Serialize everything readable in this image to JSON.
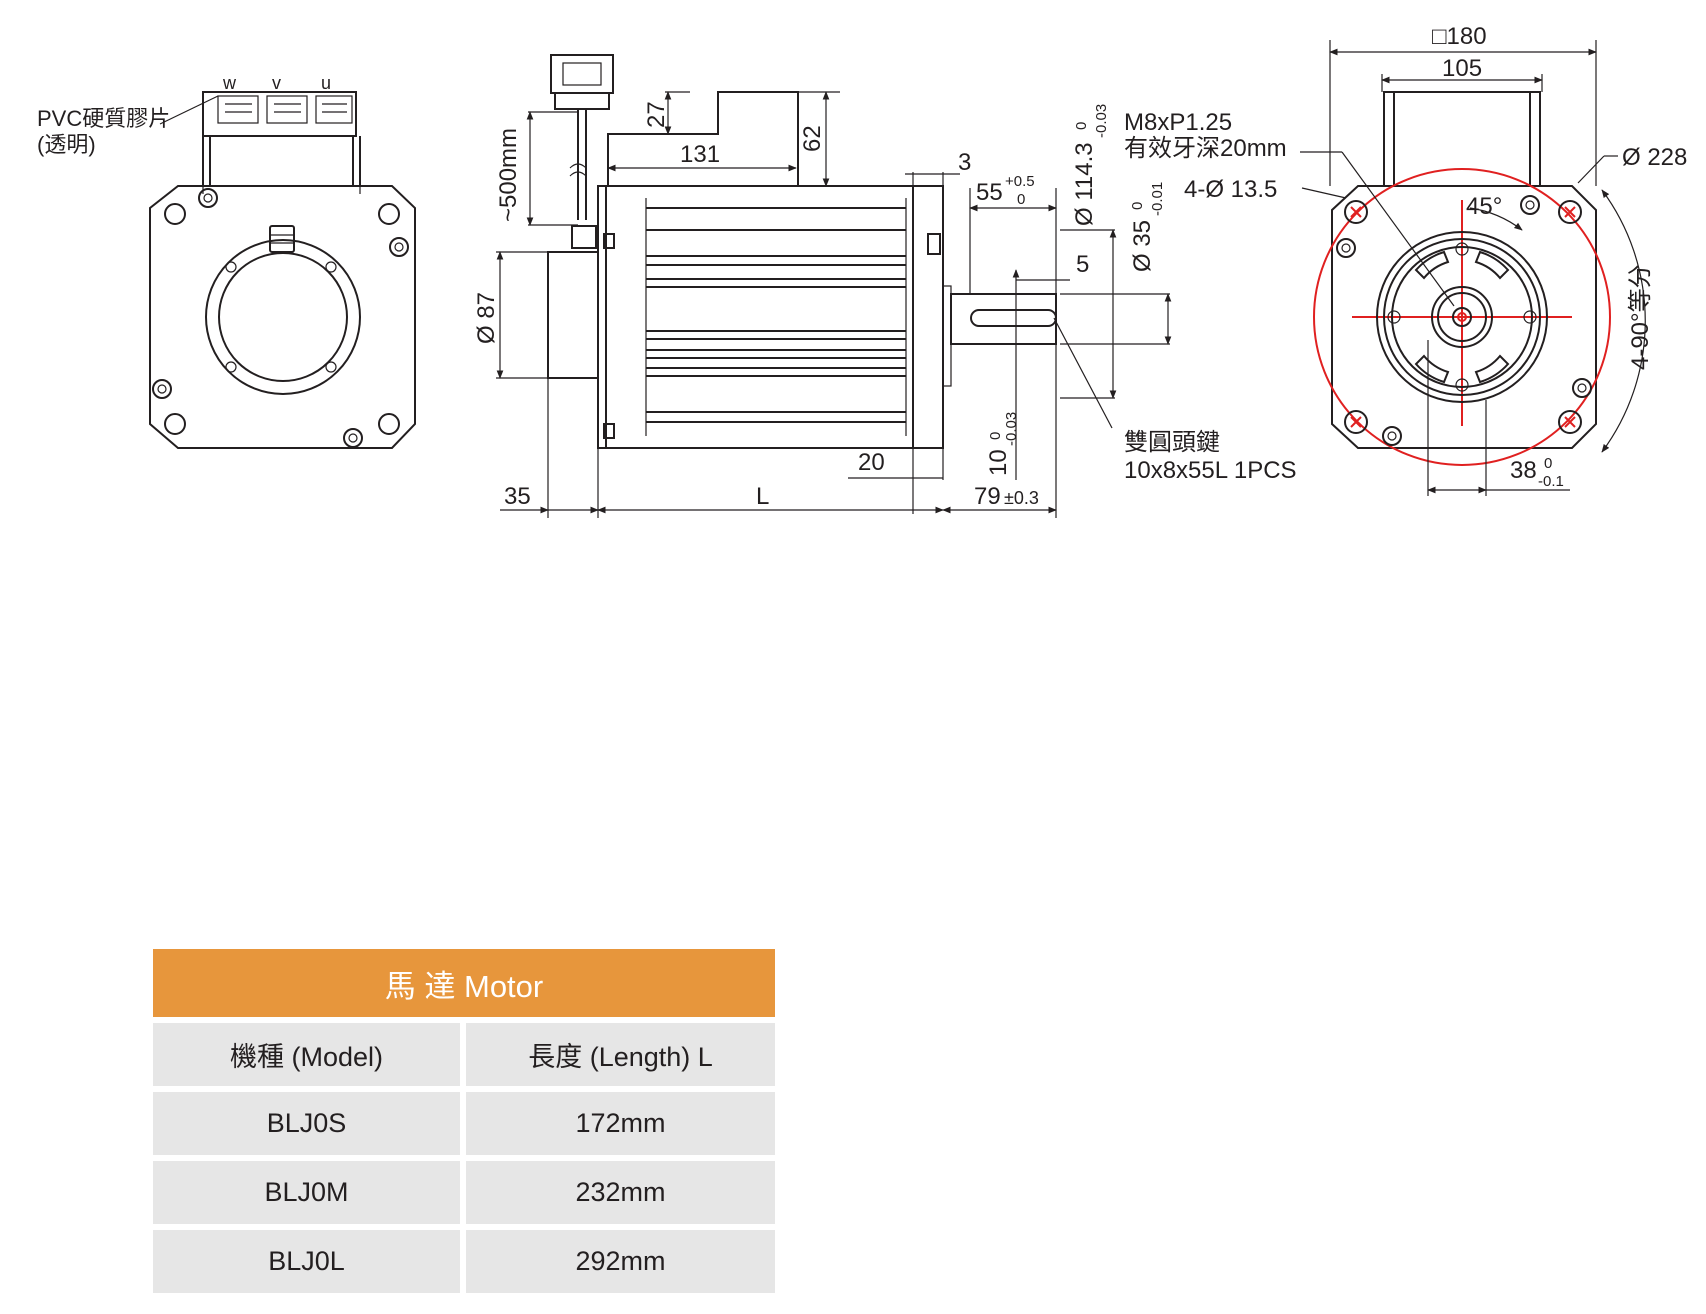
{
  "drawing": {
    "front_view": {
      "phase_labels": [
        "w",
        "v",
        "u"
      ],
      "pvc_label_line1": "PVC硬質膠片",
      "pvc_label_line2": "(透明)"
    },
    "side_view": {
      "dim_27": "27",
      "dim_131": "131",
      "dim_62": "62",
      "dim_cable": "~500mm",
      "dim_3": "3",
      "dim_55": "55",
      "dim_55_tol_upper": "+0.5",
      "dim_55_tol_lower": "0",
      "dim_114": "Ø 114.3",
      "dim_114_tol_upper": "0",
      "dim_114_tol_lower": "-0.03",
      "dim_35": "Ø 35",
      "dim_35_tol_upper": "0",
      "dim_35_tol_lower": "-0.01",
      "dim_5": "5",
      "dim_87": "Ø 87",
      "dim_20": "20",
      "dim_10": "10",
      "dim_10_tol_upper": "0",
      "dim_10_tol_lower": "-0.03",
      "dim_35_rear": "35",
      "dim_L": "L",
      "dim_79": "79",
      "dim_79_tol": "±0.3",
      "thread_line1": "M8xP1.25",
      "thread_line2": "有效牙深20mm",
      "key_line1": "雙圓頭鍵",
      "key_line2": "10x8x55L 1PCS"
    },
    "end_view": {
      "dim_180": "□180",
      "dim_105": "105",
      "dim_228": "Ø 228",
      "dim_holes": "4-Ø 13.5",
      "dim_45": "45°",
      "dim_90": "4-90°等分",
      "dim_38": "38",
      "dim_38_tol_upper": "0",
      "dim_38_tol_lower": "-0.1"
    },
    "colors": {
      "line": "#231f20",
      "centerline": "#e02020"
    }
  },
  "table": {
    "title": "馬  達 Motor",
    "header_color": "#e7963c",
    "cell_color": "#e6e6e6",
    "columns": [
      "機種 (Model)",
      "長度 (Length) L"
    ],
    "rows": [
      [
        "BLJ0S",
        "172mm"
      ],
      [
        "BLJ0M",
        "232mm"
      ],
      [
        "BLJ0L",
        "292mm"
      ]
    ]
  }
}
